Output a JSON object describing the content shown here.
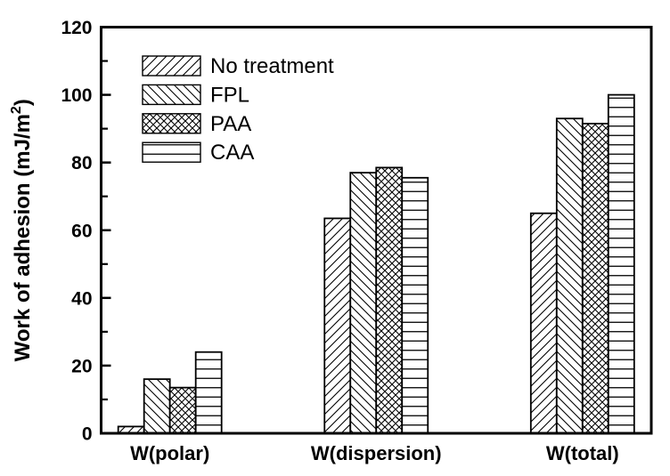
{
  "figure": {
    "background": "#ffffff",
    "ink": "#000000"
  },
  "chart_data": {
    "type": "bar",
    "title": "",
    "categories": [
      "W(polar)",
      "W(dispersion)",
      "W(total)"
    ],
    "series": [
      {
        "name": "No treatment",
        "hatch": "diagonal-forward",
        "values": [
          2,
          63.5,
          65
        ]
      },
      {
        "name": "FPL",
        "hatch": "diagonal-backward",
        "values": [
          16,
          77,
          93
        ]
      },
      {
        "name": "PAA",
        "hatch": "crosshatch",
        "values": [
          13.5,
          78.5,
          91.5
        ]
      },
      {
        "name": "CAA",
        "hatch": "horizontal",
        "values": [
          24,
          75.5,
          100
        ]
      }
    ],
    "xlabel": "",
    "ylabel": "Work of adhesion (mJ/m²)",
    "ylabel_parts": {
      "pre": "Work of adhesion (mJ/m",
      "sup": "2",
      "post": ")"
    },
    "ylim": [
      0,
      120
    ],
    "ytick_major": [
      0,
      20,
      40,
      60,
      80,
      100,
      120
    ],
    "ytick_minor_step": 10,
    "grid": false,
    "legend_position": "upper-left",
    "bar_fill": "#ffffff",
    "bar_edge": "#000000"
  }
}
